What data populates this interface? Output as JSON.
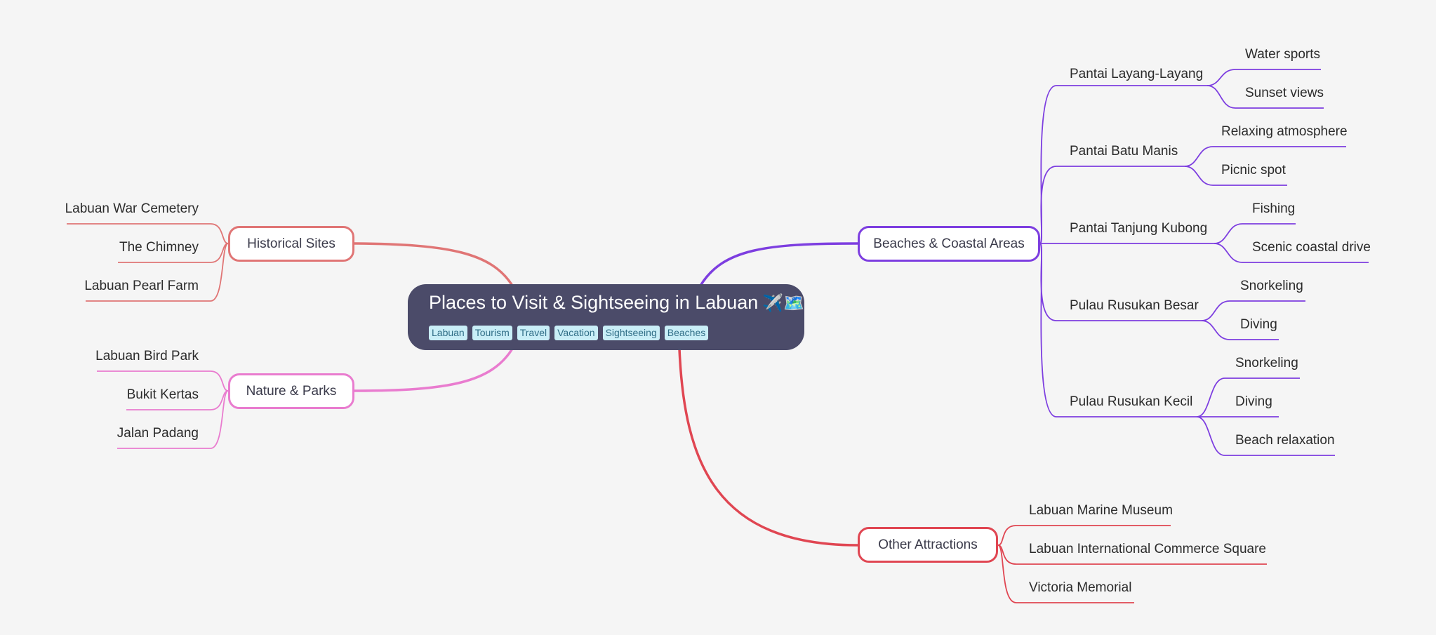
{
  "root": {
    "title": "Places to Visit & Sightseeing in Labuan",
    "emoji": "✈️🗺️",
    "tags": [
      "Labuan",
      "Tourism",
      "Travel",
      "Vacation",
      "Sightseeing",
      "Beaches"
    ]
  },
  "branches": [
    {
      "label": "Historical Sites",
      "color": "#e07575",
      "children": [
        {
          "label": "Labuan War Cemetery"
        },
        {
          "label": "The Chimney"
        },
        {
          "label": "Labuan Pearl Farm"
        }
      ]
    },
    {
      "label": "Nature & Parks",
      "color": "#e97ccf",
      "children": [
        {
          "label": "Labuan Bird Park"
        },
        {
          "label": "Bukit Kertas"
        },
        {
          "label": "Jalan Padang"
        }
      ]
    },
    {
      "label": "Beaches & Coastal Areas",
      "color": "#7d3ee0",
      "children": [
        {
          "label": "Pantai Layang-Layang",
          "children": [
            {
              "label": "Water sports"
            },
            {
              "label": "Sunset views"
            }
          ]
        },
        {
          "label": "Pantai Batu Manis",
          "children": [
            {
              "label": "Relaxing atmosphere"
            },
            {
              "label": "Picnic spot"
            }
          ]
        },
        {
          "label": "Pantai Tanjung Kubong",
          "children": [
            {
              "label": "Fishing"
            },
            {
              "label": "Scenic coastal drive"
            }
          ]
        },
        {
          "label": "Pulau Rusukan Besar",
          "children": [
            {
              "label": "Snorkeling"
            },
            {
              "label": "Diving"
            }
          ]
        },
        {
          "label": "Pulau Rusukan Kecil",
          "children": [
            {
              "label": "Snorkeling"
            },
            {
              "label": "Diving"
            },
            {
              "label": "Beach relaxation"
            }
          ]
        }
      ]
    },
    {
      "label": "Other Attractions",
      "color": "#e04652",
      "children": [
        {
          "label": "Labuan Marine Museum"
        },
        {
          "label": "Labuan International Commerce Square"
        },
        {
          "label": "Victoria Memorial"
        }
      ]
    }
  ]
}
